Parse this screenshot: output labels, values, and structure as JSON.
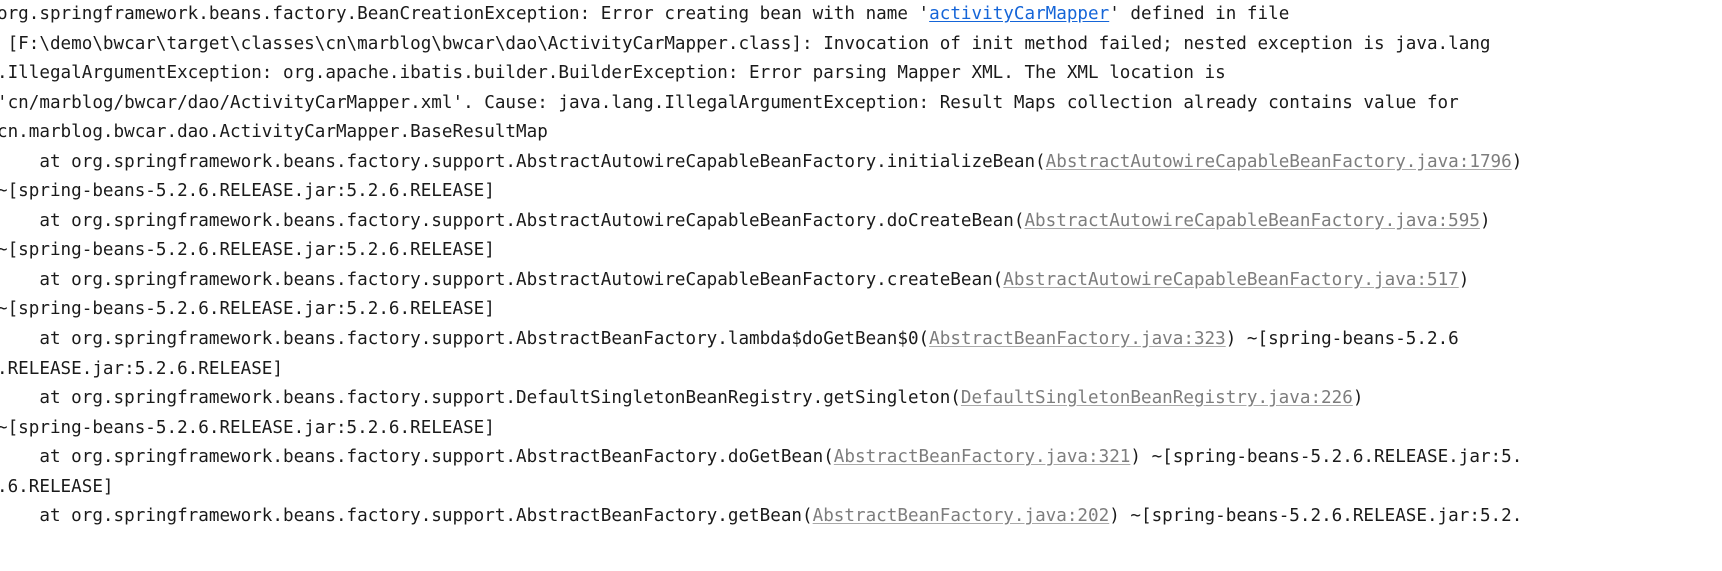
{
  "console": {
    "background_color": "#ffffff",
    "text_color": "#1a1a1a",
    "link_color": "#1565d8",
    "source_link_color": "#7d7d7d",
    "lines": [
      {
        "id": "line-1",
        "segments": [
          {
            "kind": "text",
            "text": "org.springframework.beans.factory.BeanCreationException: Error creating bean with name '"
          },
          {
            "kind": "link",
            "text": "activityCarMapper"
          },
          {
            "kind": "text",
            "text": "' defined in file"
          }
        ]
      },
      {
        "id": "line-2",
        "segments": [
          {
            "kind": "text",
            "text": " [F:\\demo\\bwcar\\target\\classes\\cn\\marblog\\bwcar\\dao\\ActivityCarMapper.class]: Invocation of init method failed; nested exception is java.lang"
          }
        ]
      },
      {
        "id": "line-3",
        "segments": [
          {
            "kind": "text",
            "text": ".IllegalArgumentException: org.apache.ibatis.builder.BuilderException: Error parsing Mapper XML. The XML location is"
          }
        ]
      },
      {
        "id": "line-4",
        "segments": [
          {
            "kind": "text",
            "text": "'cn/marblog/bwcar/dao/ActivityCarMapper.xml'. Cause: java.lang.IllegalArgumentException: Result Maps collection already contains value for"
          }
        ]
      },
      {
        "id": "line-5",
        "segments": [
          {
            "kind": "text",
            "text": "cn.marblog.bwcar.dao.ActivityCarMapper.BaseResultMap"
          }
        ]
      },
      {
        "id": "line-6",
        "segments": [
          {
            "kind": "text",
            "text": "    at org.springframework.beans.factory.support.AbstractAutowireCapableBeanFactory.initializeBean("
          },
          {
            "kind": "source",
            "text": "AbstractAutowireCapableBeanFactory.java:1796"
          },
          {
            "kind": "text",
            "text": ")"
          }
        ]
      },
      {
        "id": "line-7",
        "segments": [
          {
            "kind": "text",
            "text": "~[spring-beans-5.2.6.RELEASE.jar:5.2.6.RELEASE]"
          }
        ]
      },
      {
        "id": "line-8",
        "segments": [
          {
            "kind": "text",
            "text": "    at org.springframework.beans.factory.support.AbstractAutowireCapableBeanFactory.doCreateBean("
          },
          {
            "kind": "source",
            "text": "AbstractAutowireCapableBeanFactory.java:595"
          },
          {
            "kind": "text",
            "text": ")"
          }
        ]
      },
      {
        "id": "line-9",
        "segments": [
          {
            "kind": "text",
            "text": "~[spring-beans-5.2.6.RELEASE.jar:5.2.6.RELEASE]"
          }
        ]
      },
      {
        "id": "line-10",
        "segments": [
          {
            "kind": "text",
            "text": "    at org.springframework.beans.factory.support.AbstractAutowireCapableBeanFactory.createBean("
          },
          {
            "kind": "source",
            "text": "AbstractAutowireCapableBeanFactory.java:517"
          },
          {
            "kind": "text",
            "text": ")"
          }
        ]
      },
      {
        "id": "line-11",
        "segments": [
          {
            "kind": "text",
            "text": "~[spring-beans-5.2.6.RELEASE.jar:5.2.6.RELEASE]"
          }
        ]
      },
      {
        "id": "line-12",
        "segments": [
          {
            "kind": "text",
            "text": "    at org.springframework.beans.factory.support.AbstractBeanFactory.lambda$doGetBean$0("
          },
          {
            "kind": "source",
            "text": "AbstractBeanFactory.java:323"
          },
          {
            "kind": "text",
            "text": ") ~[spring-beans-5.2.6"
          }
        ]
      },
      {
        "id": "line-13",
        "segments": [
          {
            "kind": "text",
            "text": ".RELEASE.jar:5.2.6.RELEASE]"
          }
        ]
      },
      {
        "id": "line-14",
        "segments": [
          {
            "kind": "text",
            "text": "    at org.springframework.beans.factory.support.DefaultSingletonBeanRegistry.getSingleton("
          },
          {
            "kind": "source",
            "text": "DefaultSingletonBeanRegistry.java:226"
          },
          {
            "kind": "text",
            "text": ")"
          }
        ]
      },
      {
        "id": "line-15",
        "segments": [
          {
            "kind": "text",
            "text": "~[spring-beans-5.2.6.RELEASE.jar:5.2.6.RELEASE]"
          }
        ]
      },
      {
        "id": "line-16",
        "segments": [
          {
            "kind": "text",
            "text": "    at org.springframework.beans.factory.support.AbstractBeanFactory.doGetBean("
          },
          {
            "kind": "source",
            "text": "AbstractBeanFactory.java:321"
          },
          {
            "kind": "text",
            "text": ") ~[spring-beans-5.2.6.RELEASE.jar:5."
          }
        ]
      },
      {
        "id": "line-17",
        "segments": [
          {
            "kind": "text",
            "text": ".6.RELEASE]"
          }
        ]
      },
      {
        "id": "line-18",
        "segments": [
          {
            "kind": "text",
            "text": "    at org.springframework.beans.factory.support.AbstractBeanFactory.getBean("
          },
          {
            "kind": "source",
            "text": "AbstractBeanFactory.java:202"
          },
          {
            "kind": "text",
            "text": ") ~[spring-beans-5.2.6.RELEASE.jar:5.2."
          }
        ]
      }
    ]
  }
}
